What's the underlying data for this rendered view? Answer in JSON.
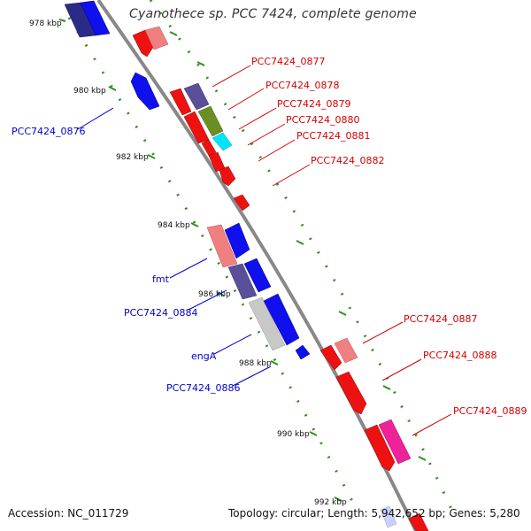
{
  "title": "Cyanothece sp. PCC 7424, complete genome",
  "footer": {
    "accession": "Accession: NC_011729",
    "summary": "Topology: circular; Length: 5,942,652 bp; Genes: 5,280"
  },
  "ticks": [
    "978 kbp",
    "980 kbp",
    "982 kbp",
    "984 kbp",
    "986 kbp",
    "988 kbp",
    "990 kbp",
    "992 kbp"
  ],
  "labels": {
    "forward": [
      "PCC7424_0877",
      "PCC7424_0878",
      "PCC7424_0879",
      "PCC7424_0880",
      "PCC7424_0881",
      "PCC7424_0882",
      "PCC7424_0887",
      "PCC7424_0888",
      "PCC7424_0889"
    ],
    "reverse": [
      "PCC7424_0876",
      "fmt",
      "PCC7424_0884",
      "engA",
      "PCC7424_0886"
    ]
  },
  "colors": {
    "forward_label": "#d40000",
    "reverse_label": "#0000cc",
    "backbone": "#888888",
    "tick": "#2f8f1f",
    "red": "#ee1111",
    "pink": "#f08080",
    "blue": "#1010ee",
    "navy": "#2a2a88",
    "slate": "#5a4f99",
    "olive": "#6b8e23",
    "cyan": "#00e5ff",
    "magenta": "#ee2299",
    "grey": "#c8c8c8"
  }
}
